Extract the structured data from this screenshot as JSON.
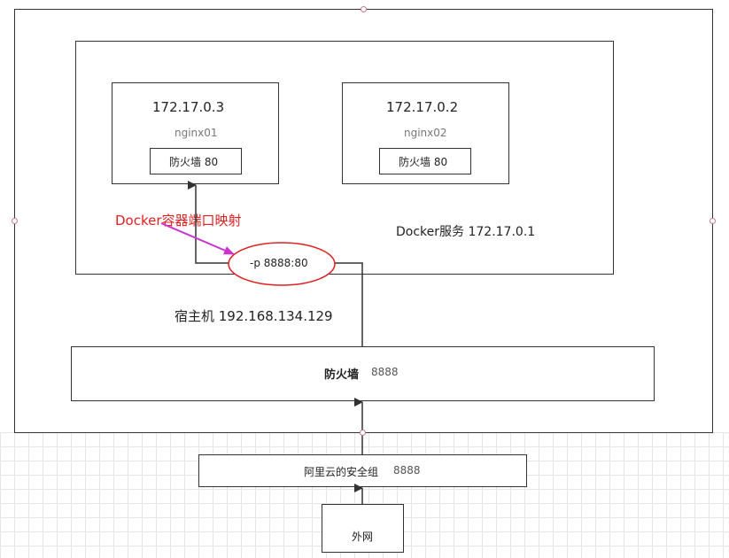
{
  "host": {
    "label": "宿主机  192.168.134.129"
  },
  "docker": {
    "label": "Docker服务  172.17.0.1"
  },
  "containers": [
    {
      "ip": "172.17.0.3",
      "name": "nginx01",
      "firewall": "防火墙  80"
    },
    {
      "ip": "172.17.0.2",
      "name": "nginx02",
      "firewall": "防火墙  80"
    }
  ],
  "port_mapping": "-p 8888:80",
  "annotation": {
    "text": "Docker容器端口映射",
    "color": "#e02020",
    "arrow_color": "#cc33cc"
  },
  "host_firewall": {
    "label": "防火墙",
    "port": "8888"
  },
  "security_group": {
    "label": "阿里云的安全组",
    "port": "8888"
  },
  "internet": {
    "label": "外网"
  }
}
